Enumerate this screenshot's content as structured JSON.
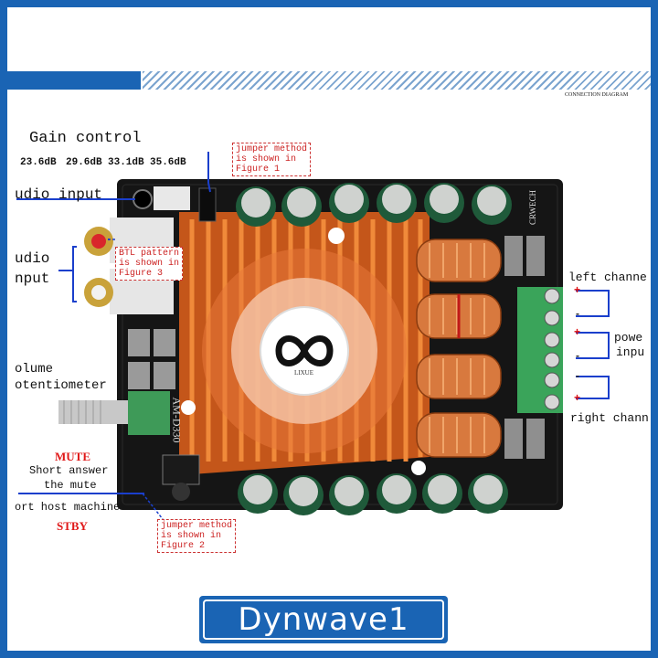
{
  "header": {
    "connection_diagram": "CONNECTION DIAGRAM"
  },
  "gain": {
    "title": "Gain control",
    "values": [
      "23.6dB",
      "29.6dB",
      "33.1dB",
      "35.6dB"
    ]
  },
  "notes": {
    "figure1": "jumper method\nis shown in\nFigure 1",
    "figure3": "BTL pattern\nis shown in\nFigure 3",
    "figure2": "jumper method\nis shown in\nFigure 2"
  },
  "labels": {
    "audio_input_1": "udio input",
    "audio_input_2a": "udio",
    "audio_input_2b": "nput",
    "volume_a": "olume",
    "volume_b": "otentiometer",
    "mute": "MUTE",
    "short_answer": "Short answer",
    "the_mute": "the mute",
    "short_host": "ort host machine",
    "stby": "STBY",
    "left_channel": "left channe",
    "power_a": "powe",
    "power_b": "inpu",
    "right_channel": "right chann"
  },
  "board": {
    "fan_brand": "LIXUE",
    "side_marking": "CRWECH",
    "model_marking": "AM-D330"
  },
  "brand": {
    "watermark": "Dynwave1"
  },
  "colors": {
    "frame": "#1a64b4",
    "heatsink": "#e26a1c",
    "pcb": "#141414",
    "terminal": "#3aa45a"
  }
}
